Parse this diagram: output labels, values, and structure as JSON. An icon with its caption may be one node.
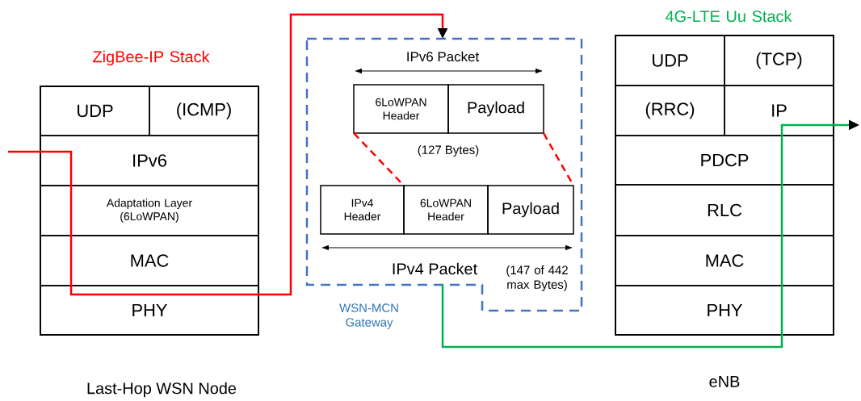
{
  "diagram": {
    "nodes": [
      {
        "text": [
          "ZigBee-IP Stack"
        ],
        "beside": [
          "Last-Hop WSN Node"
        ]
      },
      {
        "text": [
          "UDP"
        ],
        "in": 0
      },
      {
        "text": [
          "(ICMP)"
        ],
        "in": 0
      },
      {
        "text": [
          "IPv6"
        ],
        "in": 0
      },
      {
        "text": [
          "Adaptation Layer (6LoWPAN)"
        ],
        "in": 0
      },
      {
        "text": [
          "MAC"
        ],
        "in": 0
      },
      {
        "text": [
          "PHY"
        ],
        "in": 0
      },
      {
        "text": [
          "WSN-MCN Gateway"
        ]
      },
      {
        "text": [
          "6LoWPAN Header"
        ],
        "in": 7
      },
      {
        "text": [
          "Payload"
        ],
        "in": 7
      },
      {
        "text": [
          "IPv4 Header"
        ],
        "in": 7
      },
      {
        "text": [
          "6LoWPAN Header"
        ],
        "in": 7
      },
      {
        "text": [
          "Payload"
        ],
        "in": 7
      },
      {
        "text": [
          "4G-LTE Uu Stack"
        ],
        "beside": [
          "eNB"
        ]
      },
      {
        "text": [
          "UDP"
        ],
        "in": 13
      },
      {
        "text": [
          "(TCP)"
        ],
        "in": 13
      },
      {
        "text": [
          "(RRC)"
        ],
        "in": 13
      },
      {
        "text": [
          "IP"
        ],
        "in": 13
      },
      {
        "text": [
          "PDCP"
        ],
        "in": 13
      },
      {
        "text": [
          "RLC"
        ],
        "in": 13
      },
      {
        "text": [
          "MAC"
        ],
        "in": 13
      },
      {
        "text": [
          "PHY"
        ],
        "in": 13
      }
    ],
    "edges": [
      {
        "from": null,
        "to": 7,
        "arrow": "to",
        "color": "#ff0000"
      },
      {
        "from": 7,
        "to": null,
        "arrow": "to",
        "color": "#00b050"
      },
      {
        "from": 8,
        "to": 11,
        "arrow": "none",
        "style": "dashed",
        "color": "#ff0000"
      },
      {
        "from": 9,
        "to": 12,
        "arrow": "none",
        "style": "dashed",
        "color": "#ff0000"
      }
    ],
    "labels": [
      "IPv6 Packet",
      "(127 Bytes)",
      "IPv4 Packet",
      "(147 of 442 max Bytes)"
    ]
  }
}
